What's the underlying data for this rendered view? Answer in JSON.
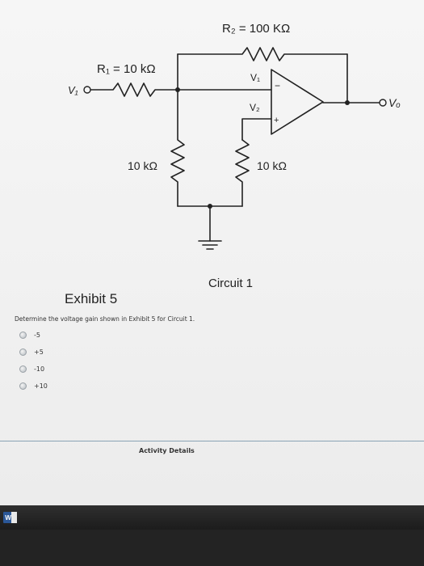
{
  "circuit": {
    "r2_label": "R₂ = 100 KΩ",
    "r1_label": "R₁ = 10 kΩ",
    "v1_label": "V₁",
    "vin1_label": "V₁",
    "vin2_label": "V₂",
    "vo_label": "Vₒ",
    "minus_sign": "−",
    "plus_sign": "+",
    "left_resistor_label": "10 kΩ",
    "right_resistor_label": "10 kΩ",
    "caption": "Circuit 1"
  },
  "exhibit": {
    "title": "Exhibit 5",
    "question": "Determine the voltage gain shown in Exhibit 5 for Circuit 1."
  },
  "options": [
    {
      "label": "-5"
    },
    {
      "label": "+5"
    },
    {
      "label": "-10"
    },
    {
      "label": "+10"
    }
  ],
  "footer": {
    "activity_details": "Activity Details"
  },
  "taskbar": {
    "word_icon_letter": "W"
  }
}
